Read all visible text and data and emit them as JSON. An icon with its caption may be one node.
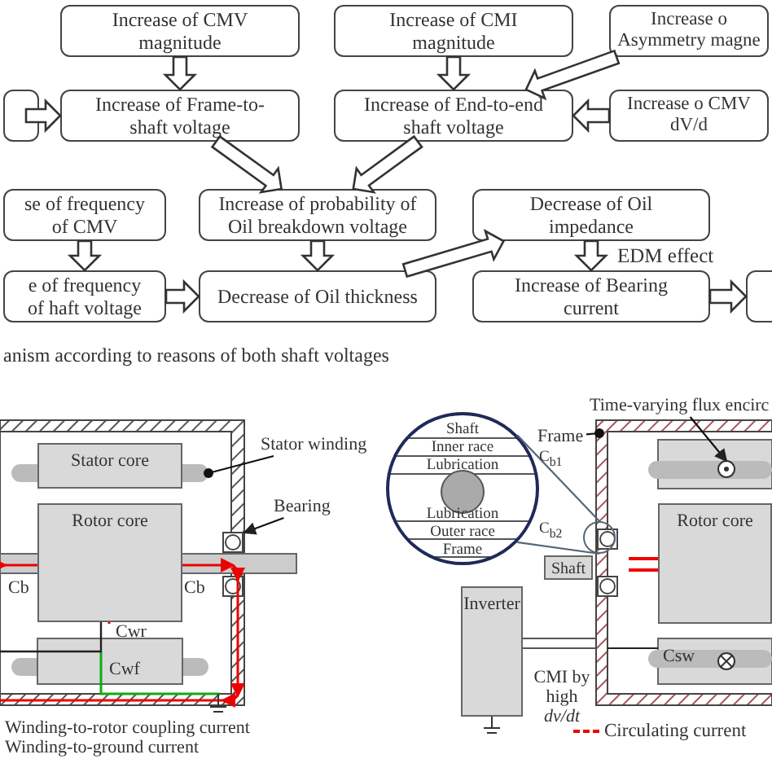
{
  "diagram": {
    "caption": "anism according to reasons of both shaft voltages",
    "nodes": [
      {
        "text": [
          "Increase of CMV magnitude"
        ]
      },
      {
        "text": [
          "Increase of CMI magnitude"
        ]
      },
      {
        "text": [
          "Increase o Asymmetry magne"
        ]
      },
      {
        "text": [],
        "shape": "box"
      },
      {
        "text": [
          "Increase of Frame-to-shaft voltage"
        ]
      },
      {
        "text": [
          "Increase of End-to-end shaft voltage"
        ]
      },
      {
        "text": [
          "Increase o CMV dV/d"
        ]
      },
      {
        "text": [
          "se of frequency of CMV"
        ]
      },
      {
        "text": [
          "Increase of probability of Oil breakdown voltage"
        ]
      },
      {
        "text": [
          "Decrease of Oil impedance"
        ]
      },
      {
        "text": [
          "e of frequency of haft voltage"
        ]
      },
      {
        "text": [
          "Decrease of Oil thickness"
        ]
      },
      {
        "text": [
          "Increase of Bearing current"
        ]
      },
      {
        "text": [],
        "shape": "box"
      },
      {
        "text": [
          "Stator core"
        ]
      },
      {
        "text": [
          "Rotor core"
        ]
      },
      {
        "text": [
          "Stator winding"
        ]
      },
      {
        "text": [
          "Bearing"
        ]
      },
      {
        "text": [
          "Time-varying flux encirc"
        ]
      },
      {
        "text": [
          "Frame"
        ]
      },
      {
        "text": [
          "Shaft"
        ]
      },
      {
        "text": [
          "Rotor core"
        ]
      },
      {
        "text": [
          "Inverter"
        ]
      },
      {
        "text": [],
        "shape": "bar"
      },
      {
        "text": [],
        "shape": "circle"
      },
      {
        "text": [],
        "shape": "circle"
      }
    ],
    "edges": [
      {
        "from": 0,
        "to": 4,
        "arrow": "to"
      },
      {
        "from": 1,
        "to": 5,
        "arrow": "to"
      },
      {
        "from": 2,
        "to": 5,
        "arrow": "to"
      },
      {
        "from": 6,
        "to": 5,
        "arrow": "to"
      },
      {
        "from": 3,
        "to": 4,
        "arrow": "to"
      },
      {
        "from": 4,
        "to": 8,
        "arrow": "to"
      },
      {
        "from": 5,
        "to": 8,
        "arrow": "to"
      },
      {
        "from": 7,
        "to": 10,
        "arrow": "to"
      },
      {
        "from": 8,
        "to": 11,
        "arrow": "to"
      },
      {
        "from": 10,
        "to": 11,
        "arrow": "to"
      },
      {
        "from": 11,
        "to": 9,
        "arrow": "to"
      },
      {
        "from": 9,
        "to": 12,
        "arrow": "to",
        "label": "EDM effect"
      },
      {
        "from": 12,
        "to": 13,
        "arrow": "to"
      },
      {
        "from": 16,
        "to": 23,
        "arrow": "other"
      },
      {
        "from": 17,
        "to": null,
        "arrow": "to"
      },
      {
        "from": 18,
        "to": null,
        "arrow": "to"
      },
      {
        "from": 19,
        "to": null,
        "arrow": "other"
      },
      {
        "from": 24,
        "to": 25,
        "arrow": "none",
        "color": "#556677"
      },
      {
        "from": 24,
        "to": 25,
        "arrow": "none",
        "color": "#556677"
      }
    ],
    "labels": [
      "Cb",
      "Cb",
      "Cwr",
      "Cwf",
      "Winding-to-rotor coupling current",
      "Winding-to-ground current",
      "Shaft",
      "Inner race",
      "Lubrication",
      "Lubrication",
      "Outer race",
      "Frame",
      "C$_{b1}$",
      "C$_{b2}$",
      "Csw",
      "CMI by high *dv/dt*"
    ],
    "legend": [
      {
        "text": "Circulating current"
      }
    ]
  }
}
